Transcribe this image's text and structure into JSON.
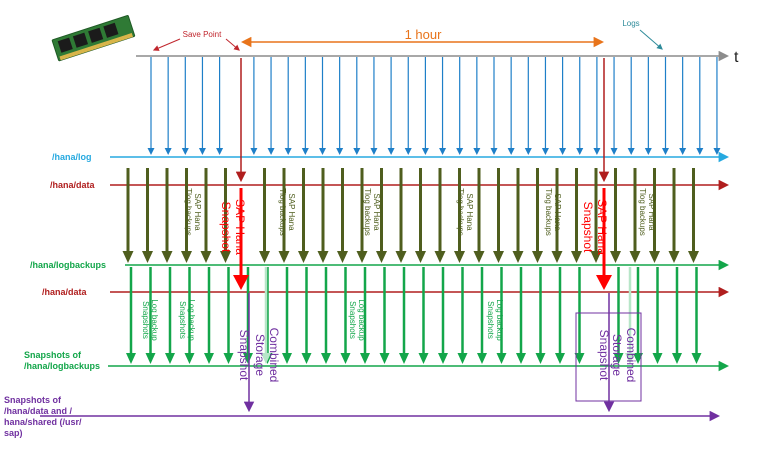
{
  "timeline": {
    "t_label": "t",
    "save_point_label": "Save Point",
    "one_hour_label": "1 hour",
    "logs_label": "Logs"
  },
  "rows": {
    "hana_log": "/hana/log",
    "hana_data_top": "/hana/data",
    "hana_logbackups": "/hana/logbackups",
    "hana_data_bottom": "/hana/data",
    "snapshots_logbackups": [
      "Snapshots  of",
      "/hana/logbackups"
    ],
    "snapshots_data_shared": [
      "Snapshots of",
      "/hana/data and /",
      "hana/shared (/usr/",
      "sap)"
    ]
  },
  "annotations": {
    "sap_hana_tlog_backups": [
      "SAP Hana",
      "Tlog backups"
    ],
    "sap_hana_snapshot": [
      "SAP Hana",
      "Snapshot"
    ],
    "log_backup_snapshots": [
      "Log backup",
      "Snapshots"
    ],
    "snapshot": "Snapshot",
    "combined_storage": [
      "Combined",
      "Storage"
    ]
  },
  "colors": {
    "timeline": "#8c8c8c",
    "log": "#1e7fc8",
    "log_row": "#26a9e0",
    "data": "#b01e1e",
    "olive": "#4f5e1e",
    "green": "#13a64a",
    "red": "#ff0000",
    "purple": "#7030a0",
    "orange": "#e8741b",
    "teal": "#2e8b9a",
    "dark_red": "#c0262d"
  }
}
